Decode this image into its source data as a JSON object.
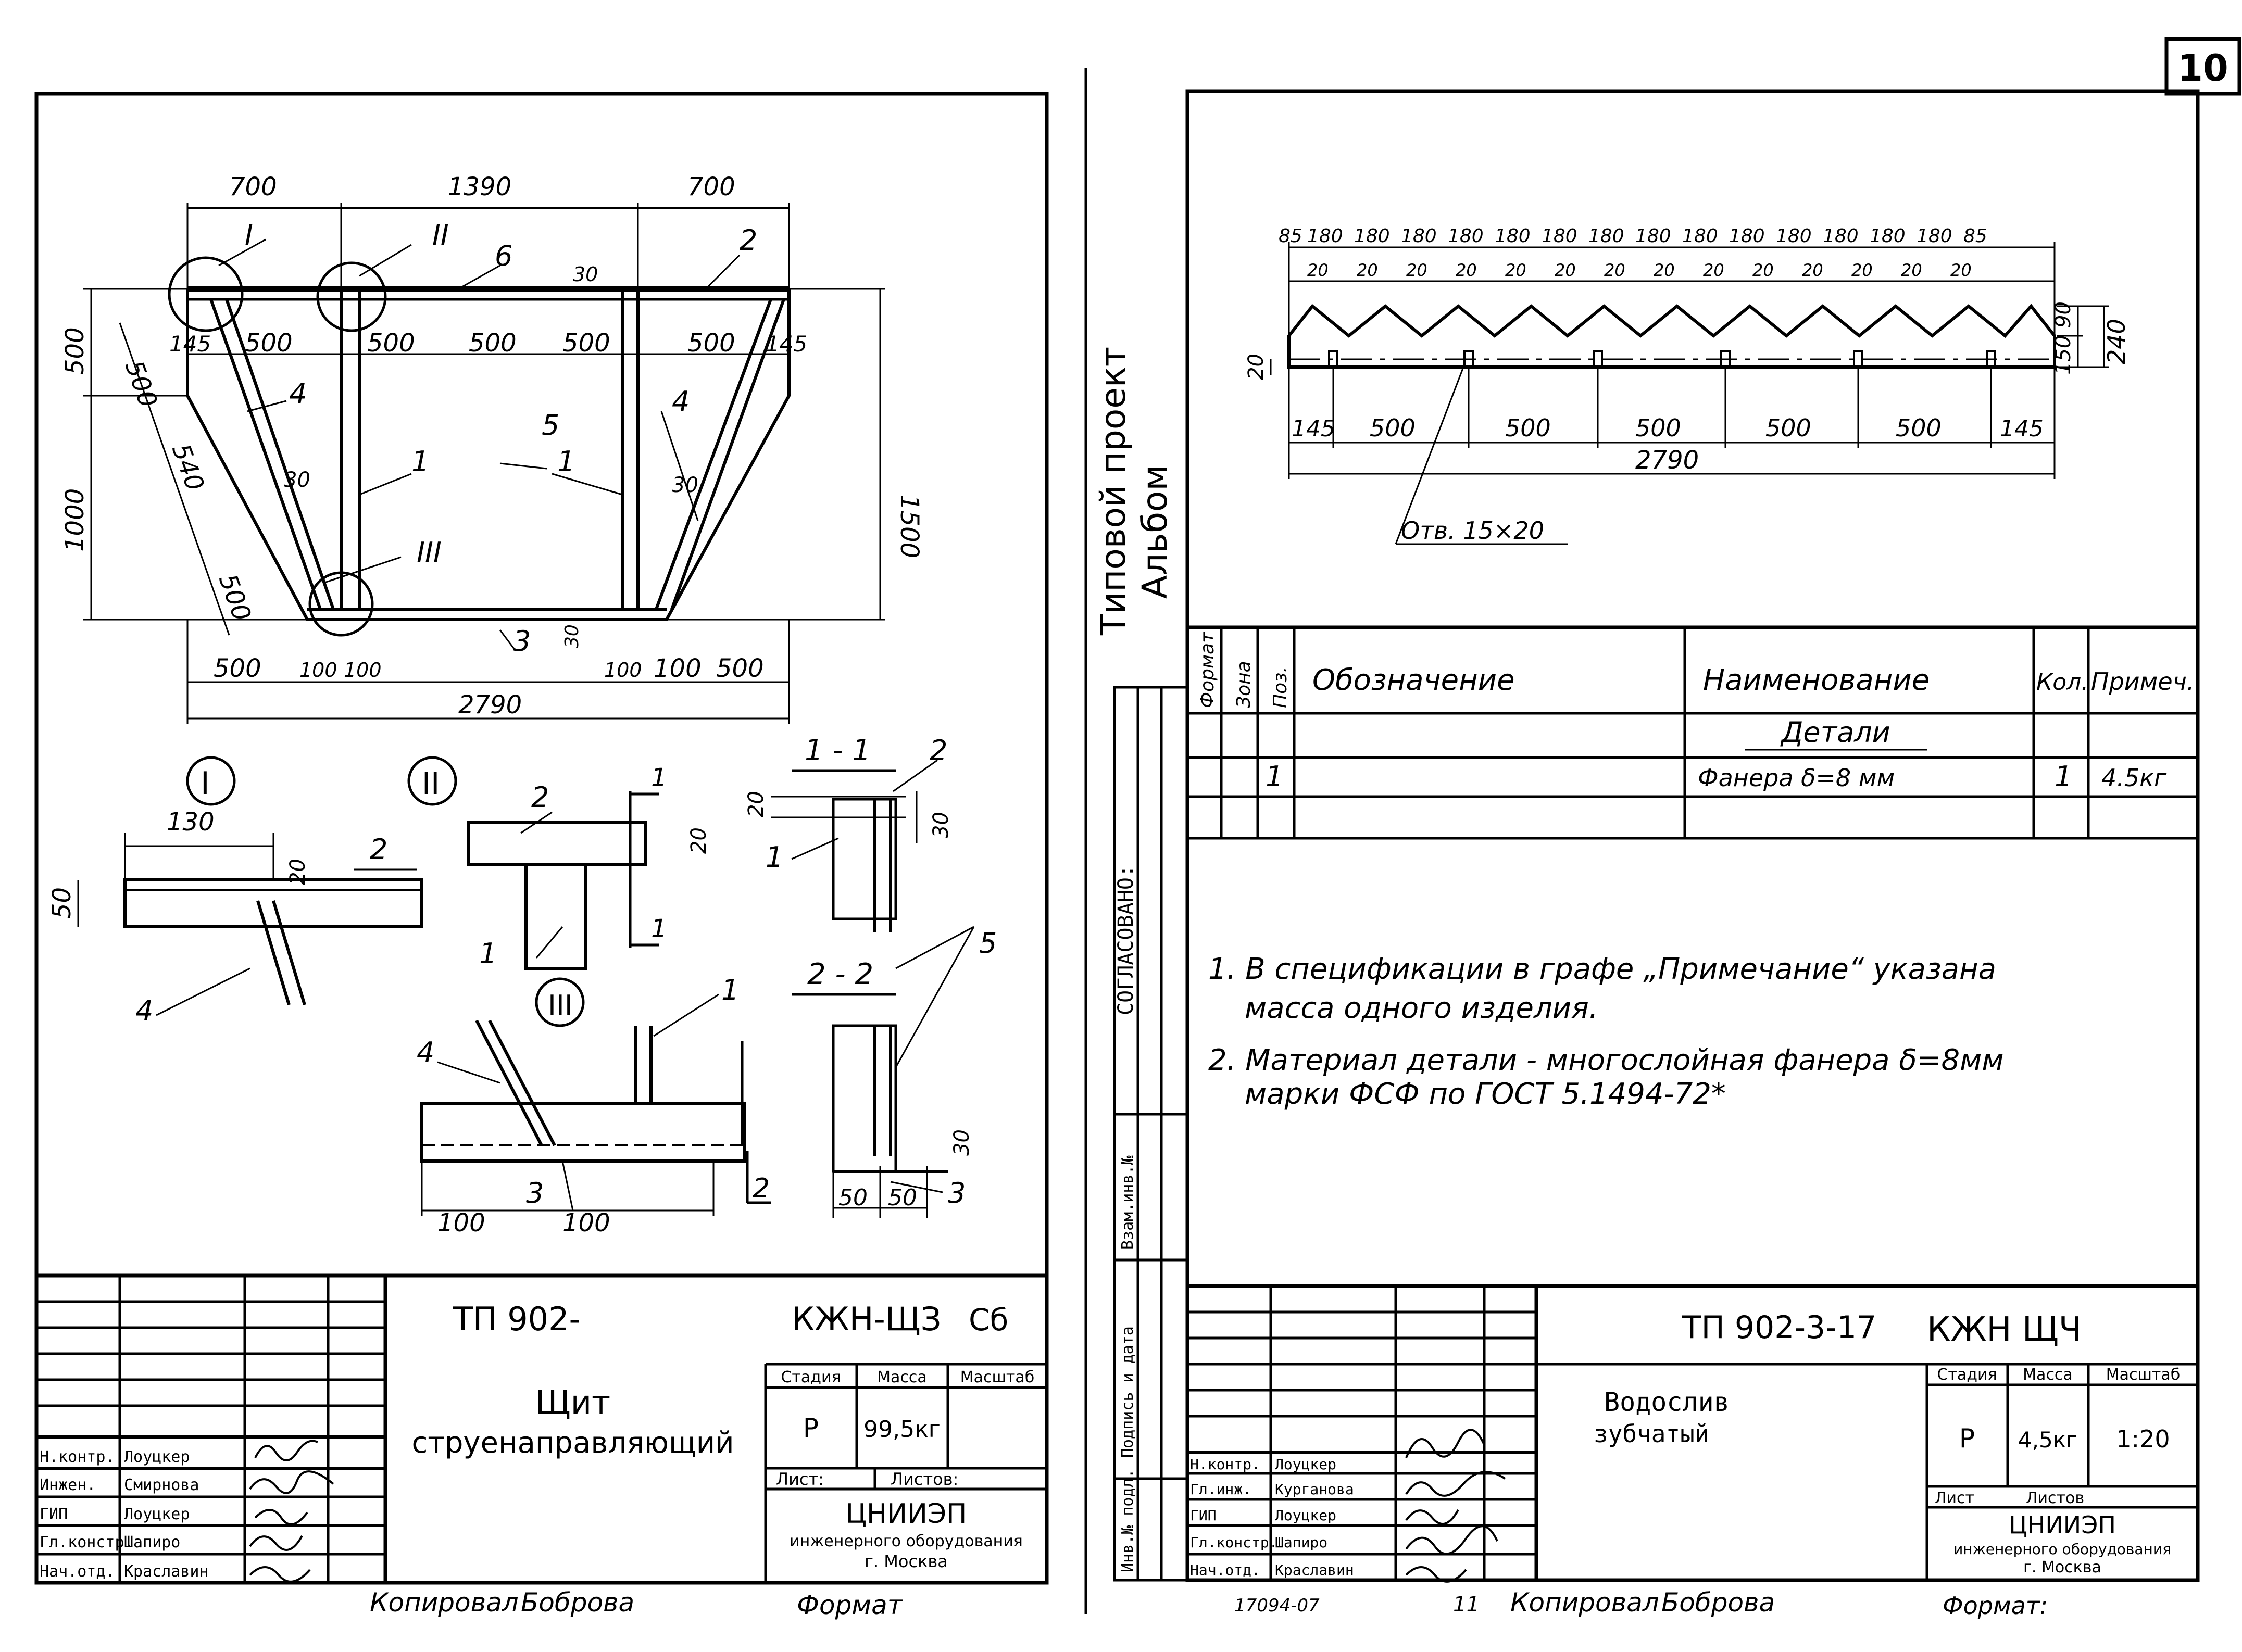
{
  "sheet_number": "10",
  "left_sheet": {
    "plan": {
      "dims_top": [
        "700",
        "1390",
        "700"
      ],
      "dim_30_top": "30",
      "dims_inner": [
        "145",
        "500",
        "500",
        "500",
        "500",
        "500",
        "145"
      ],
      "dims_left_vertical": [
        "500",
        "1000"
      ],
      "dims_diagonal": [
        "500",
        "540",
        "500"
      ],
      "dim_right": "1500",
      "dim_30": "30",
      "dim_30_mid": "30",
      "dim_30_bot": "30",
      "dims_bottom": [
        "500",
        "100",
        "100",
        "100",
        "100",
        "500"
      ],
      "dim_total": "2790",
      "positions": [
        "1",
        "2",
        "3",
        "4",
        "5",
        "6"
      ],
      "nodes": [
        "I",
        "II",
        "III"
      ]
    },
    "details": {
      "node_I": {
        "label": "I",
        "dim_130": "130",
        "dim_50": "50",
        "dim_20": "20",
        "pos_2": "2",
        "pos_4": "4"
      },
      "node_II": {
        "label": "II",
        "pos_2": "2",
        "pos_1": "1",
        "dim_20": "20",
        "cut": "1"
      },
      "node_III": {
        "label": "III",
        "pos_4": "4",
        "pos_1": "1",
        "pos_3": "3",
        "dims": [
          "100",
          "100"
        ]
      },
      "section_11": {
        "title": "1 - 1",
        "pos_2": "2",
        "pos_1": "1",
        "dim_20": "20",
        "dim_30": "30"
      },
      "section_22": {
        "title": "2 - 2",
        "pos_5": "5",
        "pos_3": "3",
        "dim_30": "30",
        "dims": [
          "50",
          "50"
        ],
        "cut": "2"
      }
    },
    "title_block": {
      "code": "ТП 902-",
      "mark": "КЖН-ЩЗ",
      "sheet": "Сб",
      "name_line1": "Щит",
      "name_line2": "струенаправляющий",
      "headers": [
        "Стадия",
        "Масса",
        "Масштаб"
      ],
      "stage": "Р",
      "mass": "99,5кг",
      "scale": "",
      "sheet_label": "Лист:",
      "sheets_label": "Листов:",
      "org1": "ЦНИИЭП",
      "org2": "инженерного оборудования",
      "org3": "г. Москва",
      "roles": [
        "Н.контр.",
        "Инжен.",
        "ГИП",
        "Гл.констр.",
        "Нач.отд."
      ],
      "names": [
        "Лоуцкер",
        "Смирнова",
        "Лоуцкер",
        "Шапиро",
        "Краславин"
      ]
    },
    "footer": {
      "copied": "Копировал",
      "by": "Боброва",
      "format": "Формат"
    }
  },
  "right_sheet": {
    "album": {
      "line1": "Типовой проект",
      "line2": "Альбом"
    },
    "profile": {
      "dims_top": [
        "85",
        "180",
        "180",
        "180",
        "180",
        "180",
        "180",
        "180",
        "180",
        "180",
        "180",
        "180",
        "180",
        "180",
        "180",
        "85"
      ],
      "dims_tooth": [
        "20",
        "20",
        "20",
        "20",
        "20",
        "20",
        "20",
        "20",
        "20",
        "20",
        "20",
        "20",
        "20",
        "20"
      ],
      "dims_right": [
        "90",
        "150",
        "240"
      ],
      "dim_left": "20",
      "dims_holes": [
        "145",
        "500",
        "500",
        "500",
        "500",
        "500",
        "145"
      ],
      "dim_total": "2790",
      "hole_label": "Отв. 15×20"
    },
    "spec": {
      "headers": [
        "Формат",
        "Зона",
        "Поз.",
        "Обозначение",
        "Наименование",
        "Кол.",
        "Примеч."
      ],
      "section": "Детали",
      "row": {
        "pos": "1",
        "name": "Фанера δ=8 мм",
        "qty": "1",
        "note": "4.5кг"
      }
    },
    "notes": [
      "1. В спецификации в графе „Примечание“ указана",
      "масса одного изделия.",
      "2. Материал детали - многослойная фанера δ=8мм",
      "марки ФСФ по ГОСТ 5.1494-72*"
    ],
    "side_stamps": [
      "СОГЛАСОВАНО:",
      "Инв.№ подл.",
      "Подпись и дата",
      "Взам.инв.№"
    ],
    "title_block": {
      "code": "ТП 902-3-17",
      "mark": "КЖН  ЩЧ",
      "name_line1": "Водослив",
      "name_line2": "зубчатый",
      "headers": [
        "Стадия",
        "Масса",
        "Масштаб"
      ],
      "stage": "Р",
      "mass": "4,5кг",
      "scale": "1:20",
      "sheet_label": "Лист",
      "sheets_label": "Листов",
      "org1": "ЦНИИЭП",
      "org2": "инженерного оборудования",
      "org3": "г. Москва",
      "roles": [
        "Н.контр.",
        "Гл.инж.",
        "ГИП",
        "Гл.констр.",
        "Нач.отд."
      ],
      "names": [
        "Лоуцкер",
        "Курганова",
        "Лоуцкер",
        "Шапиро",
        "Краславин"
      ]
    },
    "footer": {
      "inv": "17094-07",
      "sheet": "11",
      "copied": "Копировал",
      "by": "Боброва",
      "format": "Формат:"
    }
  }
}
